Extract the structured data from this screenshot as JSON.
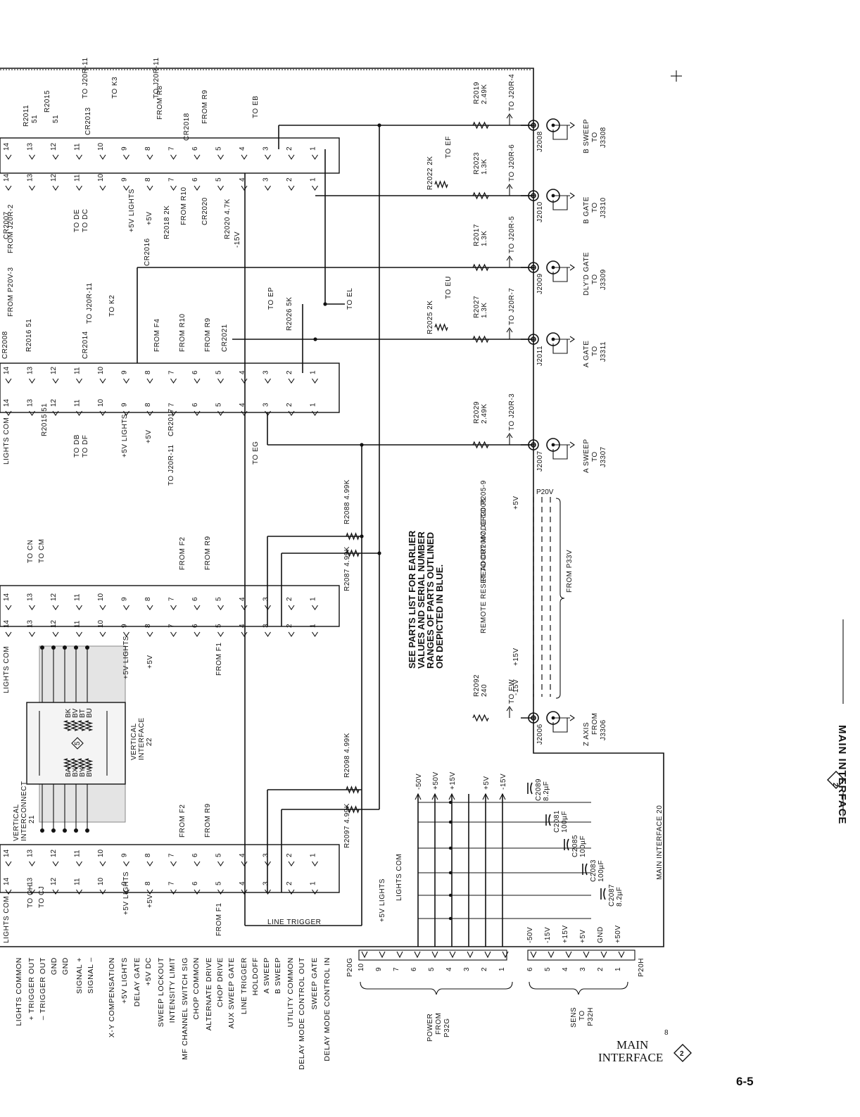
{
  "page": {
    "side_title": "MAIN INTERFACE",
    "side_diamond_number": "2",
    "footer_title_main": "MAIN",
    "footer_title_interface": "INTERFACE",
    "footer_diamond_number": "2",
    "page_number": "6-5",
    "corner_mark": "8",
    "note": [
      "SEE PARTS LIST FOR EARLIER",
      "VALUES AND SERIAL NUMBER",
      "RANGES OF PARTS OUTLINED",
      "OR DEPICTED IN BLUE."
    ],
    "board_label": "MAIN INTERFACE 20",
    "vertical_interconnect": [
      "VERTICAL",
      "INTERCONNECT",
      "21"
    ],
    "vertical_interface": [
      "VERTICAL",
      "INTERFACE",
      "22"
    ],
    "interface_diamond": "5",
    "line_trigger": "LINE TRIGGER"
  },
  "signal_list": [
    "LIGHTS COMMON",
    "+ TRIGGER OUT",
    "– TRIGGER OUT",
    "GND",
    "GND",
    "SIGNAL +",
    "SIGNAL –",
    "X-Y COMPENSATION",
    "+5V LIGHTS",
    "DELAY GATE",
    "+5V DC",
    "SWEEP LOCKOUT",
    "INTENSITY LIMIT",
    "MF CHANNEL SWITCH SIG",
    "CHOP COMMON",
    "ALTERNATE DRIVE",
    "CHOP DRIVE",
    "AUX SWEEP GATE",
    "LINE TRIGGER",
    "HOLDOFF",
    "A SWEEP",
    "B SWEEP",
    "UTILITY COMMON",
    "DELAY MODE CONTROL OUT",
    "SWEEP GATE",
    "DELAY MODE CONTROL IN"
  ],
  "top_row_labels": {
    "left_block": [
      "R2011",
      "51",
      "R2015",
      "51",
      "CR2013",
      "TO J20R-11",
      "TO K3",
      "FROM R8",
      "TO J20R-11",
      "CR2018",
      "FROM R9",
      "TO EB"
    ],
    "mid_block": [
      "CR2007",
      "FROM J20R-2",
      "FROM P20V-3",
      "TO DE",
      "TO DC",
      "+5V LIGHTS",
      "+5V",
      "R2018 2K",
      "CR2016",
      "FROM R10",
      "CR2020",
      "R2020 4.7K",
      "-15V"
    ],
    "low_block": [
      "CR2008",
      "R2016 51",
      "CR2014",
      "TO J20R-11",
      "TO K2",
      "FROM F4",
      "FROM R10",
      "FROM R9",
      "CR2021",
      "TO EP",
      "R2026 5K",
      "TO EL"
    ],
    "base_block": [
      "LIGHTS COM",
      "R2015 51",
      "TO DB",
      "TO DF",
      "+5V LIGHTS",
      "+5V",
      "CR2017",
      "TO J20R-11",
      "TO EG"
    ]
  },
  "jacks": [
    {
      "ref": "J2008",
      "name": "B SWEEP",
      "to": "TO",
      "pin": "J3308",
      "res": "R2019",
      "val": "2.49K",
      "route": "TO J20R-4"
    },
    {
      "ref": "J2010",
      "name": "B GATE",
      "to": "TO",
      "pin": "J3310",
      "res": "R2023",
      "val": "1.3K",
      "route": "TO J20R-6"
    },
    {
      "ref": "J2009",
      "name": "DLY'D GATE",
      "to": "TO",
      "pin": "J3309",
      "res": "R2017",
      "val": "1.3K",
      "route": "TO J20R-5"
    },
    {
      "ref": "J2011",
      "name": "A GATE",
      "to": "TO",
      "pin": "J3311",
      "res": "R2027",
      "val": "1.3K",
      "route": "TO J20R-7"
    },
    {
      "ref": "J2007",
      "name": "A SWEEP",
      "to": "TO",
      "pin": "J3307",
      "res": "R2029",
      "val": "2.49K",
      "route": "TO J20R-3"
    },
    {
      "ref": "J2006",
      "name": "Z AXIS",
      "to": "FROM",
      "pin": "J3306",
      "res": "R2092",
      "val": "240",
      "route": "TO EW"
    }
  ],
  "mid_resistors": [
    {
      "ref": "R2022",
      "val": "2K",
      "to": "TO EF"
    },
    {
      "ref": "R2025",
      "val": "2K",
      "to": "TO EU"
    },
    {
      "ref": "R2088",
      "val": "4.99K"
    },
    {
      "ref": "R2087",
      "val": "4.99K"
    },
    {
      "ref": "R2098",
      "val": "4.99K"
    },
    {
      "ref": "R2097",
      "val": "4.99K"
    }
  ],
  "p20v": {
    "ref": "P20V",
    "from": "FROM P33V",
    "pins": [
      "-15V",
      "+15V",
      "REMOTE RESET TO CR2007, CR2008",
      "READOUT MODE TO P205-9",
      "+5V"
    ]
  },
  "power_rails": [
    "-50V",
    "+50V",
    "+15V",
    "+5V",
    "-15V"
  ],
  "capacitors": [
    {
      "ref": "C2089",
      "val": "8.2µF"
    },
    {
      "ref": "C2081",
      "val": "100µF"
    },
    {
      "ref": "C2085",
      "val": "100µF"
    },
    {
      "ref": "C2083",
      "val": "100µF"
    },
    {
      "ref": "C2087",
      "val": "8.2µF"
    }
  ],
  "p20g": {
    "ref": "P20G",
    "pins": [
      "10",
      "9",
      "7",
      "6",
      "5",
      "4",
      "3",
      "2",
      "1"
    ],
    "labels": [
      "+5V LIGHTS",
      "LIGHTS COM"
    ],
    "caption": [
      "POWER",
      "FROM",
      "P32G"
    ]
  },
  "p20h": {
    "ref": "P20H",
    "pins": [
      "6",
      "5",
      "4",
      "3",
      "2",
      "1"
    ],
    "rails": [
      "-50V",
      "-15V",
      "+15V",
      "+5V",
      "GND",
      "+50V"
    ],
    "caption": [
      "SENS",
      "TO",
      "P32H"
    ]
  },
  "lower_left": {
    "labels": [
      "LIGHTS COM",
      "TO CH",
      "TO CJ",
      "+5V LIGHTS",
      "+5V",
      "FROM F1",
      "FROM F2",
      "FROM R9",
      "LIGHTS COM",
      "TO CN",
      "TO CM",
      "FROM F2",
      "FROM R9",
      "+5V LIGHTS",
      "+5V",
      "FROM F1"
    ],
    "wire_tags": [
      "BK",
      "BV",
      "BT",
      "BU",
      "BA",
      "BX",
      "BY",
      "BW"
    ]
  }
}
